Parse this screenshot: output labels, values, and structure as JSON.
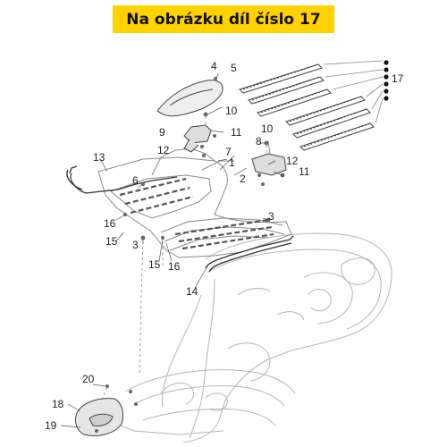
{
  "banner": {
    "text": "Na obrázku díl číslo 17",
    "color": "#ffd200"
  },
  "callouts": [
    "1",
    "2",
    "3",
    "3",
    "4",
    "5",
    "6",
    "7",
    "8",
    "9",
    "10",
    "10",
    "11",
    "11",
    "12",
    "12",
    "13",
    "14",
    "15",
    "15",
    "16",
    "16",
    "17",
    "18",
    "19",
    "20"
  ]
}
